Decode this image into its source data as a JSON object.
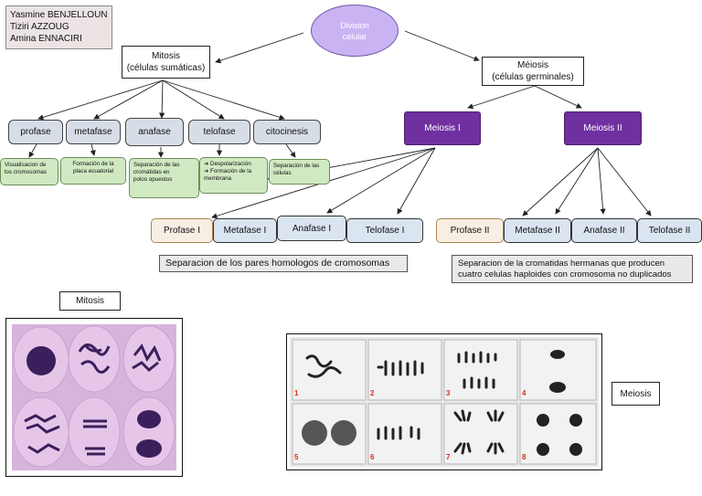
{
  "authors": [
    "Yasmine BENJELLOUN",
    "Tiziri AZZOUG",
    "Amina ENNACIRI"
  ],
  "root": {
    "line1": "Division",
    "line2": "celular"
  },
  "mitosis": {
    "title": "Mitosis",
    "subtitle": "(células sumáticas)",
    "phases": [
      {
        "name": "profase",
        "desc": [
          "Visualisacion de",
          "los cromosomas"
        ]
      },
      {
        "name": "metafase",
        "desc": [
          "Formación de la",
          "placa ecuatorial"
        ]
      },
      {
        "name": "anafase",
        "desc": [
          "Separación de las",
          "cromátidas en",
          "polos opuestos"
        ]
      },
      {
        "name": "telofase",
        "desc": [
          "➔ Despolarización",
          "➔ Formación de la",
          "membrana"
        ]
      },
      {
        "name": "citocinesis",
        "desc": [
          "Separación de las",
          "células"
        ]
      }
    ]
  },
  "meiosis": {
    "title": "Méiosis",
    "subtitle": "(células germinales)",
    "meiosis1": {
      "label": "Meiosis I",
      "stages": [
        "Profase I",
        "Metafase I",
        "Anafase I",
        "Telofase I"
      ],
      "note": "Separacion de los pares homologos de cromosomas"
    },
    "meiosis2": {
      "label": "Meiosis II",
      "stages": [
        "Profase II",
        "Metafase II",
        "Anafase II",
        "Telofase II"
      ],
      "note_line1": "Separacion de la cromatidas hermanas que producen",
      "note_line2": "cuatro celulas haploides con cromosoma no duplicados"
    }
  },
  "mitosis_image_label": "Mitosis",
  "meiosis_image_label": "Meiosis",
  "meiosis_panel_numbers": [
    "1",
    "2",
    "3",
    "4",
    "5",
    "6",
    "7",
    "8"
  ],
  "colors": {
    "oval": "#c9b3f2",
    "phase": "#d6dde6",
    "desc": "#d1e9c2",
    "meiosis_box": "#7030a0",
    "stage": "#dbe5f1",
    "panel_number": "#e8271f"
  }
}
